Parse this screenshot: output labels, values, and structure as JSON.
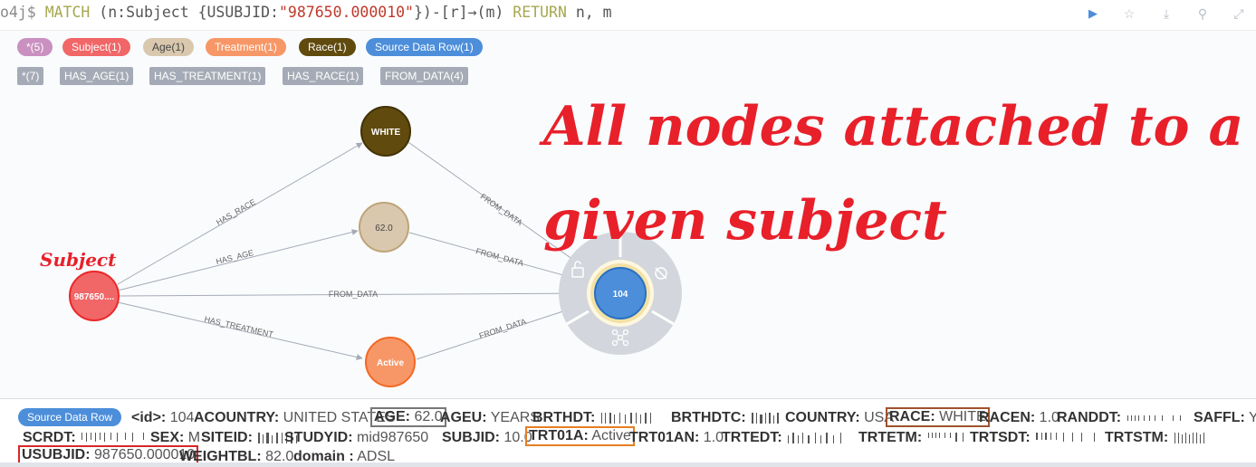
{
  "query": {
    "prompt": "o4j$",
    "kw_match": "MATCH",
    "open": "(n:Subject {USUBJID:",
    "value": "\"987650.000010\"",
    "rel": "})-[r]→(m)",
    "kw_return": "RETURN",
    "ret": "n, m"
  },
  "toolbar": {
    "run": "▶",
    "favorite": "☆",
    "download": "⤓",
    "pin": "⚲",
    "expand": "⤢"
  },
  "node_labels": [
    {
      "label": "*(5)",
      "color": "#c990c0",
      "text_color": "#fff"
    },
    {
      "label": "Subject(1)",
      "color": "#f16667",
      "text_color": "#fff"
    },
    {
      "label": "Age(1)",
      "color": "#d9c8ae",
      "text_color": "#444"
    },
    {
      "label": "Treatment(1)",
      "color": "#f79767",
      "text_color": "#fff"
    },
    {
      "label": "Race(1)",
      "color": "#604a0e",
      "text_color": "#fff"
    },
    {
      "label": "Source Data Row(1)",
      "color": "#4c8eda",
      "text_color": "#fff"
    }
  ],
  "rel_types": [
    "*(7)",
    "HAS_AGE(1)",
    "HAS_TREATMENT(1)",
    "HAS_RACE(1)",
    "FROM_DATA(4)"
  ],
  "annotation": {
    "line1": "All nodes attached to a",
    "line2": "given subject"
  },
  "subject_note": "Subject",
  "graph": {
    "nodes": {
      "subject": "987650....",
      "race": "WHITE",
      "age": "62.0",
      "treatment": "Active",
      "source": "104"
    },
    "edges": {
      "has_race": "HAS_RACE",
      "has_age": "HAS_AGE",
      "from_data": "FROM_DATA",
      "has_treatment": "HAS_TREATMENT"
    },
    "colors": {
      "subject": "#f16667",
      "race": "#604a0e",
      "age": "#d9c8ae",
      "treatment": "#f79767",
      "source": "#4c8eda",
      "ring": "#d3d6dc",
      "edge": "#a5abb6"
    }
  },
  "details": {
    "badge": "Source Data Row",
    "id_label": "<id>:",
    "id_value": "104",
    "acountry_label": "ACOUNTRY:",
    "acountry_value": "UNITED STATES",
    "age_label": "AGE:",
    "age_value": "62.0",
    "ageu_label": "AGEU:",
    "ageu_value": "YEARS",
    "brthdt_label": "BRTHDT:",
    "brthdtc_label": "BRTHDTC:",
    "country_label": "COUNTRY:",
    "country_value": "USA",
    "race_label": "RACE:",
    "race_value": "WHITE",
    "racen_label": "RACEN:",
    "racen_value": "1.0",
    "randdt_label": "RANDDT:",
    "saffl_label": "SAFFL:",
    "saffl_value": "Y",
    "scrdt_label": "SCRDT:",
    "sex_label": "SEX:",
    "sex_value": "M",
    "siteid_label": "SITEID:",
    "studyid_label": "STUDYID:",
    "studyid_value": "mid987650",
    "subjid_label": "SUBJID:",
    "subjid_value": "10.0",
    "trt01a_label": "TRT01A:",
    "trt01a_value": "Active",
    "trt01an_label": "TRT01AN:",
    "trt01an_value": "1.0",
    "trtedt_label": "TRTEDT:",
    "trtetm_label": "TRTETM:",
    "trtsdt_label": "TRTSDT:",
    "trtstm_label": "TRTSTM:",
    "usubjid_label": "USUBJID:",
    "usubjid_value": "987650.000010",
    "weightbl_label": "WEIGHTBL:",
    "weightbl_value": "82.0",
    "domain_label": "domain :",
    "domain_value": "ADSL",
    "box_colors": {
      "age": "#777777",
      "race": "#a0522d",
      "trt01a": "#e67e22",
      "usubjid": "#d62728"
    }
  }
}
